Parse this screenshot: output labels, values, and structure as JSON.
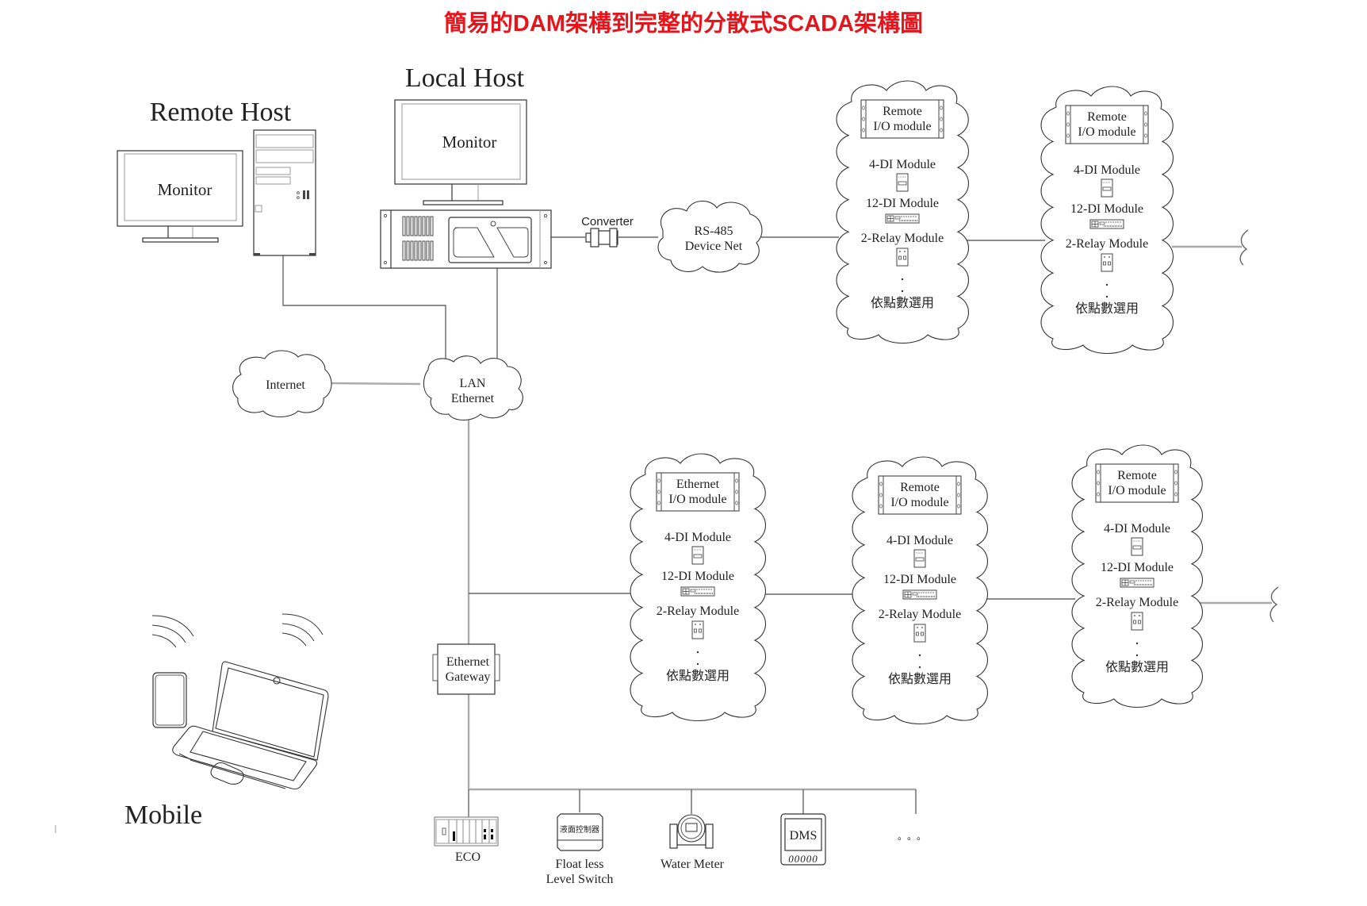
{
  "title": {
    "text": "簡易的DAM架構到完整的分散式SCADA架構圖",
    "color": "#e8141c"
  },
  "remote_host": {
    "label": "Remote Host",
    "monitor_label": "Monitor"
  },
  "local_host": {
    "label": "Local Host",
    "monitor_label": "Monitor"
  },
  "converter": {
    "label": "Converter"
  },
  "rs485_cloud": {
    "line1": "RS-485",
    "line2": "Device Net"
  },
  "internet_cloud": {
    "label": "Internet"
  },
  "lan_cloud": {
    "line1": "LAN",
    "line2": "Ethernet"
  },
  "ethernet_gateway": {
    "line1": "Ethernet",
    "line2": "Gateway"
  },
  "mobile": {
    "label": "Mobile"
  },
  "module_clouds": [
    {
      "header1": "Remote",
      "header2": "I/O module",
      "items": [
        "4-DI Module",
        "12-DI Module",
        "2-Relay Module"
      ],
      "footer": "依點數選用"
    },
    {
      "header1": "Remote",
      "header2": "I/O module",
      "items": [
        "4-DI Module",
        "12-DI Module",
        "2-Relay Module"
      ],
      "footer": "依點數選用"
    },
    {
      "header1": "Ethernet",
      "header2": "I/O module",
      "items": [
        "4-DI Module",
        "12-DI Module",
        "2-Relay Module"
      ],
      "footer": "依點數選用"
    },
    {
      "header1": "Remote",
      "header2": "I/O module",
      "items": [
        "4-DI Module",
        "12-DI Module",
        "2-Relay Module"
      ],
      "footer": "依點數選用"
    },
    {
      "header1": "Remote",
      "header2": "I/O module",
      "items": [
        "4-DI Module",
        "12-DI Module",
        "2-Relay Module"
      ],
      "footer": "依點數選用"
    }
  ],
  "field_devices": {
    "eco": {
      "label": "ECO"
    },
    "level_switch": {
      "line1": "Float less",
      "line2": "Level Switch",
      "panel_text": "液面控制器"
    },
    "water_meter": {
      "label": "Water Meter"
    },
    "dms": {
      "label": "DMS",
      "keys": "00000"
    },
    "more": {
      "label": "。。。"
    }
  }
}
